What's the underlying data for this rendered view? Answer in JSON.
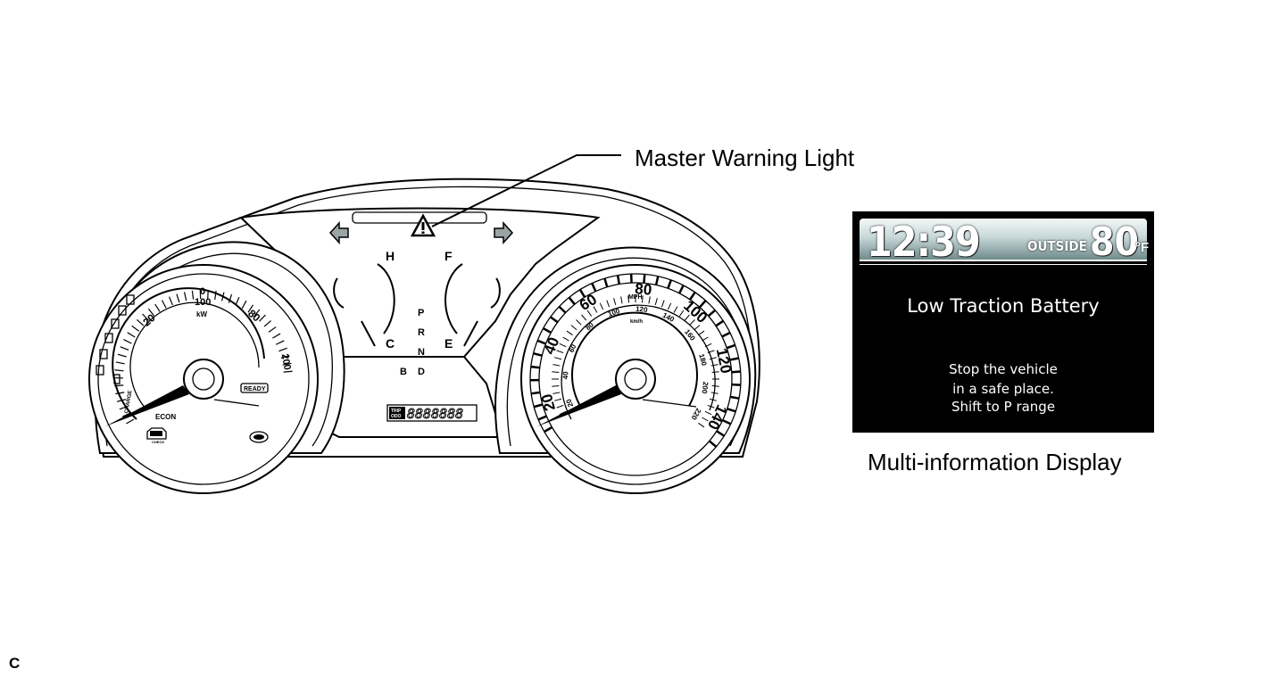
{
  "callouts": {
    "master_warning": "Master Warning Light",
    "multi_info": "Multi-information Display"
  },
  "figure_code": "C",
  "turn_signals": {
    "left": "◀",
    "right": "▶"
  },
  "temp_gauge": {
    "hot": "H",
    "cold": "C"
  },
  "fuel_gauge": {
    "full": "F",
    "empty": "E"
  },
  "shift": {
    "p": "P",
    "r": "R",
    "n": "N",
    "b": "B",
    "d": "D"
  },
  "odometer": {
    "label_top": "TRIP",
    "label_bottom": "ODO",
    "digits": "8888888"
  },
  "power_meter": {
    "ticks": [
      "20",
      "100",
      "0",
      "80",
      "200"
    ],
    "kw_label": "kW",
    "charge_label": "CHARGE",
    "econ_label": "ECON",
    "ready_label": "READY",
    "check_label": "CHECK"
  },
  "speedometer": {
    "mph_ticks": [
      "20",
      "40",
      "60",
      "80",
      "100",
      "120",
      "140"
    ],
    "kmh_ticks": [
      "20",
      "40",
      "60",
      "80",
      "100",
      "120",
      "140",
      "160",
      "180",
      "200",
      "220"
    ],
    "mph_label": "MPH",
    "kmh_label": "km/h"
  },
  "display": {
    "clock": "12:39",
    "outside_label": "OUTSIDE",
    "temp": "80",
    "temp_unit": "°F",
    "title": "Low Traction Battery",
    "line1": "Stop the vehicle",
    "line2": "in a safe place.",
    "line3": "Shift to P  range"
  },
  "icons": [
    "warning-triangle-icon",
    "left-arrow-icon",
    "right-arrow-icon",
    "check-engine-icon",
    "tire-pressure-icon"
  ]
}
